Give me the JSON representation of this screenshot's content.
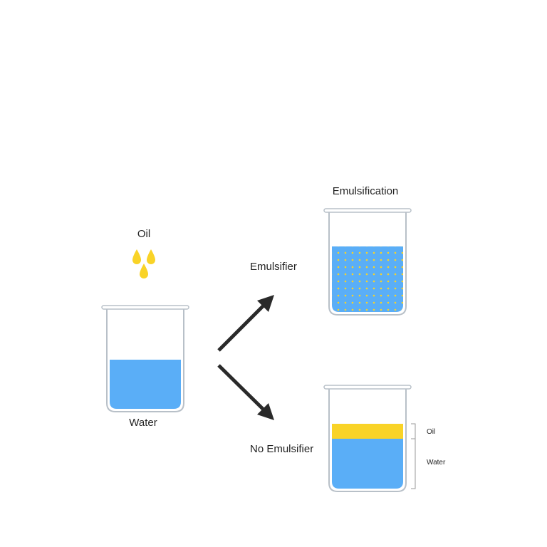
{
  "labels": {
    "oil_top": "Oil",
    "water": "Water",
    "emulsifier": "Emulsifier",
    "emulsification": "Emulsification",
    "no_emulsifier": "No Emulsifier",
    "oil_layer": "Oil",
    "water_layer": "Water"
  },
  "colors": {
    "water": "#5aaef7",
    "oil": "#f9d327",
    "beaker_outline": "#b8c0c8",
    "arrow": "#2a2a2a",
    "text": "#222222"
  },
  "icons": {
    "oil_drops": "droplet-icon",
    "arrows": "arrow-icon"
  }
}
